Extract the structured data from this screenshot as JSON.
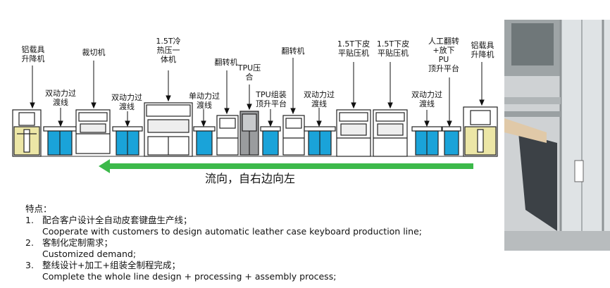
{
  "machines": [
    {
      "label": "铝载具\n升降机"
    },
    {
      "label": "双动力过\n渡线"
    },
    {
      "label": "裁切机"
    },
    {
      "label": "双动力过\n渡线"
    },
    {
      "label": "1.5T冷\n热压一\n体机"
    },
    {
      "label": "单动力过\n渡线"
    },
    {
      "label": "翻转机"
    },
    {
      "label": "TPU压\n合"
    },
    {
      "label": "TPU组装\n顶升平台"
    },
    {
      "label": "翻转机"
    },
    {
      "label": "双动力过\n渡线"
    },
    {
      "label": "1.5T下皮\n平贴压机"
    },
    {
      "label": "1.5T下皮\n平贴压机"
    },
    {
      "label": "双动力过\n渡线"
    },
    {
      "label": "人工翻转\n+放下\nPU\n顶升平台"
    },
    {
      "label": "铝载具\n升降机"
    }
  ],
  "flow_label": "流向，自右边向左",
  "features": {
    "title": "特点：",
    "items": [
      {
        "num": "1.",
        "zh": "配合客户设计全自动皮套键盘生产线；",
        "en": "Cooperate with customers to design automatic leather case keyboard production line;"
      },
      {
        "num": "2.",
        "zh": "客制化定制需求；",
        "en": "Customized demand;"
      },
      {
        "num": "3.",
        "zh": "整线设计+加工+组装全制程完成；",
        "en": "Complete the whole line design + processing + assembly process;"
      }
    ]
  },
  "colors": {
    "conveyor": "#1aa3d9",
    "lift_body": "#ece6a6",
    "arrow": "#3cb94a",
    "outline": "#222222"
  }
}
